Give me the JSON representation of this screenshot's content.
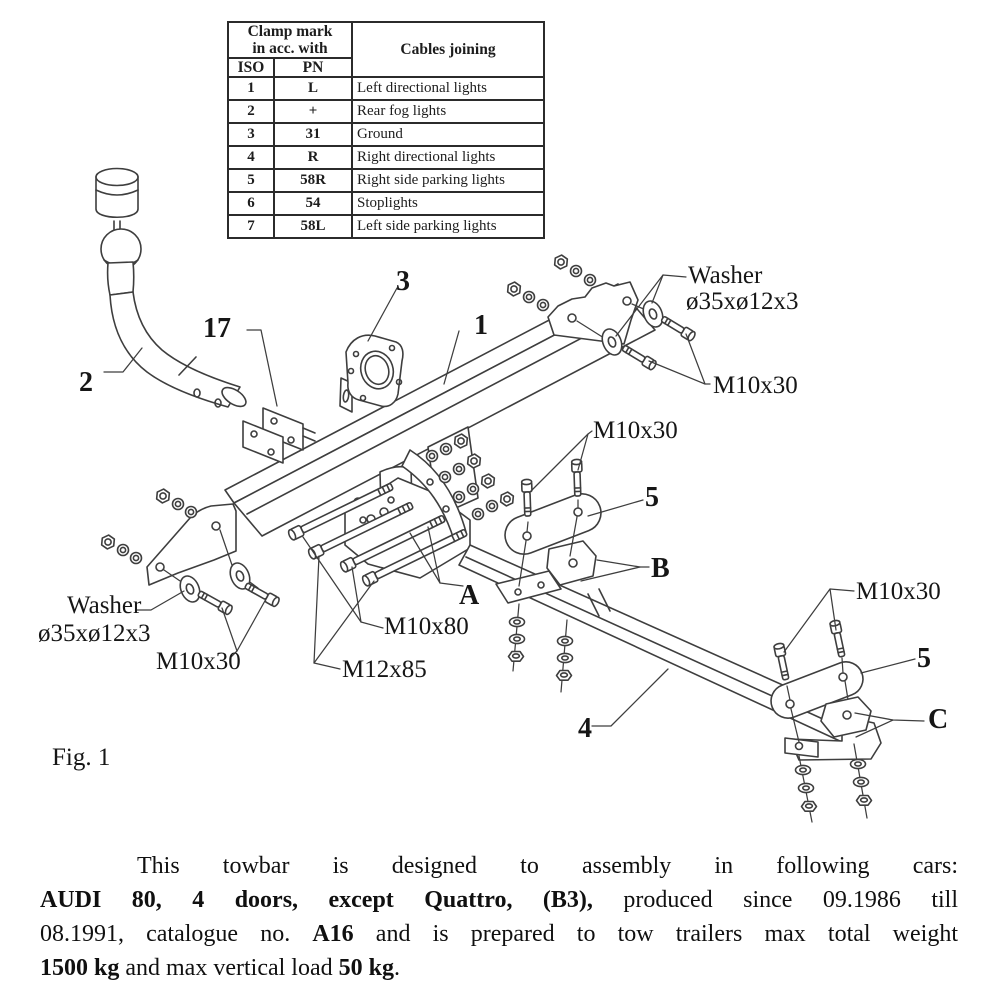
{
  "table": {
    "clamp_header": "Clamp mark",
    "clamp_header2": "in acc. with",
    "cables_header": "Cables joining",
    "iso": "ISO",
    "pn": "PN",
    "rows": [
      {
        "iso": "1",
        "pn": "L",
        "cables": "Left directional lights"
      },
      {
        "iso": "2",
        "pn": "+",
        "cables": "Rear fog lights"
      },
      {
        "iso": "3",
        "pn": "31",
        "cables": "Ground"
      },
      {
        "iso": "4",
        "pn": "R",
        "cables": "Right directional lights"
      },
      {
        "iso": "5",
        "pn": "58R",
        "cables": "Right side parking lights"
      },
      {
        "iso": "6",
        "pn": "54",
        "cables": "Stoplights"
      },
      {
        "iso": "7",
        "pn": "58L",
        "cables": "Left side parking lights"
      }
    ]
  },
  "diagram": {
    "labels": {
      "part1": "1",
      "part2": "2",
      "part3": "3",
      "part4": "4",
      "part5": "5",
      "part17": "17",
      "letter_a": "A",
      "letter_b": "B",
      "letter_c": "C",
      "washer_line1": "Washer",
      "washer_line2": "ø35xø12x3",
      "m10x30": "M10x30",
      "m10x80": "M10x80",
      "m12x85": "M12x85"
    },
    "fig_caption": "Fig. 1"
  },
  "paragraph": {
    "lines": [
      {
        "segments": [
          {
            "t": "This towbar is designed to assembly in following cars:",
            "b": false
          }
        ]
      },
      {
        "segments": [
          {
            "t": "AUDI 80, 4 doors, except Quattro, (B3),",
            "b": true
          },
          {
            "t": " produced since 09.1986 till",
            "b": false
          }
        ]
      },
      {
        "segments": [
          {
            "t": "08.1991, catalogue no. ",
            "b": false
          },
          {
            "t": "A16",
            "b": true
          },
          {
            "t": " and is prepared to tow trailers max total weight",
            "b": false
          }
        ]
      },
      {
        "segments": [
          {
            "t": "1500 kg",
            "b": true
          },
          {
            "t": " and max vertical load ",
            "b": false
          },
          {
            "t": "50 kg",
            "b": true
          },
          {
            "t": ".",
            "b": false
          }
        ]
      }
    ]
  }
}
